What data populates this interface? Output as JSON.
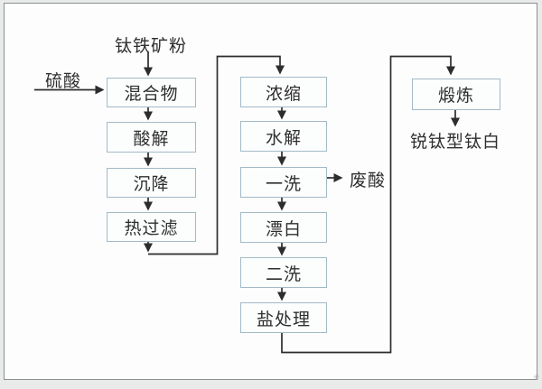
{
  "colors": {
    "node_border": "#a2bac6",
    "node_fill": "#fcfdfd",
    "connector": "#2d2d2d",
    "text": "#2f2f2f",
    "frame_border": "#8b9093",
    "outer_background": "#e9eaea",
    "canvas_background": "#fdfdfd"
  },
  "flowchart": {
    "top_input": "钛铁矿粉",
    "left_input": "硫酸",
    "byproduct": "废酸",
    "final_product": "锐钛型钛白",
    "column1": [
      "混合物",
      "酸解",
      "沉降",
      "热过滤"
    ],
    "column2": [
      "浓缩",
      "水解",
      "一洗",
      "漂白",
      "二洗",
      "盐处理"
    ],
    "column3": [
      "煅炼"
    ]
  }
}
